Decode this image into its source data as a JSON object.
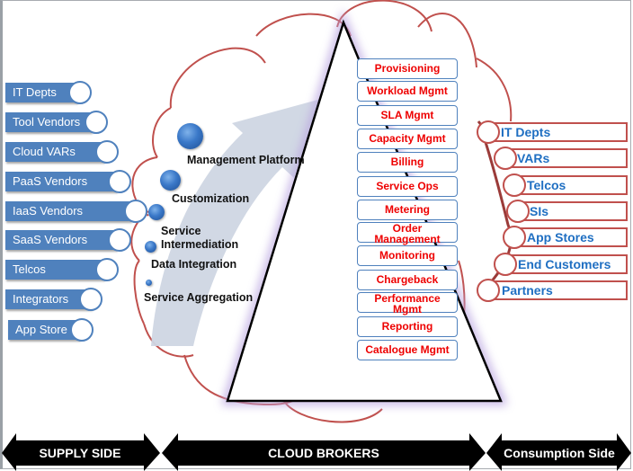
{
  "supply_side": {
    "items": [
      {
        "label": "IT Depts"
      },
      {
        "label": "Tool Vendors"
      },
      {
        "label": "Cloud VARs"
      },
      {
        "label": "PaaS Vendors"
      },
      {
        "label": "IaaS Vendors"
      },
      {
        "label": "SaaS Vendors"
      },
      {
        "label": "Telcos"
      },
      {
        "label": "Integrators"
      },
      {
        "label": "App Store"
      }
    ]
  },
  "broker_stages": [
    {
      "label": "Management Platform"
    },
    {
      "label": "Customization"
    },
    {
      "label": "Service Intermediation",
      "line1": "Service",
      "line2": "Intermediation"
    },
    {
      "label": "Data Integration"
    },
    {
      "label": "Service Aggregation"
    }
  ],
  "broker_services": [
    {
      "label": "Provisioning"
    },
    {
      "label": "Workload Mgmt"
    },
    {
      "label": "SLA Mgmt"
    },
    {
      "label": "Capacity Mgmt"
    },
    {
      "label": "Billing"
    },
    {
      "label": "Service Ops"
    },
    {
      "label": "Metering"
    },
    {
      "label": "Order Management",
      "line1": "Order",
      "line2": "Management"
    },
    {
      "label": "Monitoring"
    },
    {
      "label": "Chargeback"
    },
    {
      "label": "Performance Mgmt",
      "line1": "Performance",
      "line2": "Mgmt"
    },
    {
      "label": "Reporting"
    },
    {
      "label": "Catalogue Mgmt"
    }
  ],
  "consumption_side": {
    "items": [
      {
        "label": "IT Depts"
      },
      {
        "label": "VARs"
      },
      {
        "label": "Telcos"
      },
      {
        "label": "SIs"
      },
      {
        "label": "App Stores"
      },
      {
        "label": "End Customers"
      },
      {
        "label": "Partners"
      }
    ]
  },
  "bands": {
    "supply": "SUPPLY SIDE",
    "brokers": "CLOUD BROKERS",
    "consumption": "Consumption Side"
  },
  "colors": {
    "supply_fill": "#4f81bd",
    "consumer_border": "#c0504d",
    "consumer_text": "#1f6fc2",
    "service_text": "#ff0000",
    "cloud_outline": "#c0504d",
    "arrow_fill": "#cfd6e3"
  }
}
